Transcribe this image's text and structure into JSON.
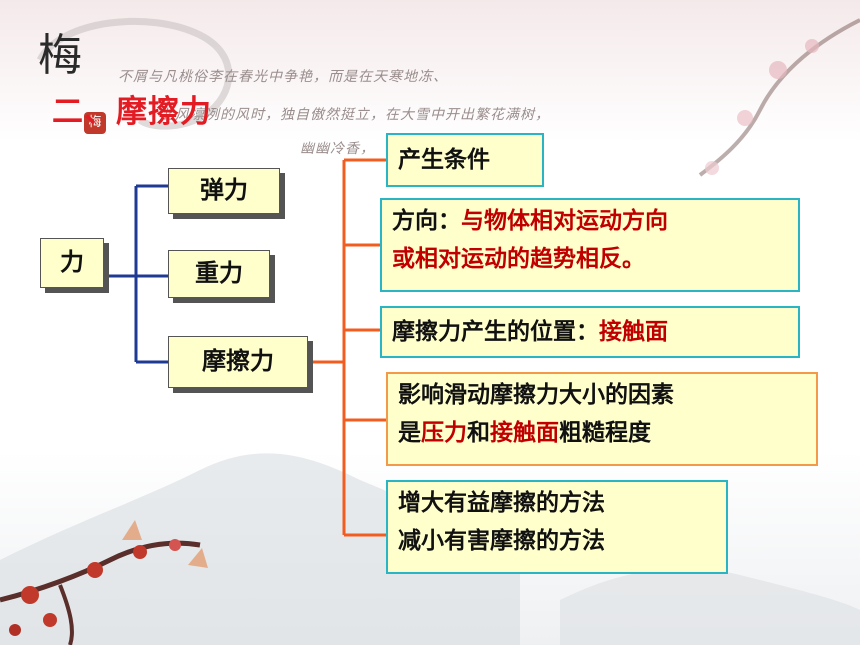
{
  "slide": {
    "title": "二、摩擦力",
    "decor": {
      "stamp_char": "梅",
      "seal_char": "梅",
      "poem_line1": "不屑与凡桃俗李在春光中争艳，而是在天寒地冻、",
      "poem_line2": "北风凛冽的风时，独自傲然挺立，在大雪中开出繁花满树，",
      "poem_line3": "幽幽冷香，"
    }
  },
  "tree": {
    "root": "力",
    "level1": [
      "弹力",
      "重力",
      "摩擦力"
    ],
    "details": {
      "condition": "产生条件",
      "direction_label": "方向：",
      "direction_text1": "与物体相对运动方向",
      "direction_text2": "或相对运动的趋势相反。",
      "position_label": "摩擦力产生的位置：",
      "position_value": "接触面",
      "factors_line1": "影响滑动摩擦力大小的因素",
      "factors_pre": "是",
      "factors_red1": "压力",
      "factors_mid": "和",
      "factors_red2": "接触面",
      "factors_post": "粗糙程度",
      "methods_line1": "增大有益摩擦的方法",
      "methods_line2": "减小有害摩擦的方法"
    }
  },
  "colors": {
    "title_red": "#e31c23",
    "box_fill": "#ffffcc",
    "blue_line": "#1f3a93",
    "orange_line": "#f25c1f",
    "teal_border": "#2ab5c4",
    "orange_border": "#f29a4a",
    "emphasis_red": "#c00000"
  }
}
